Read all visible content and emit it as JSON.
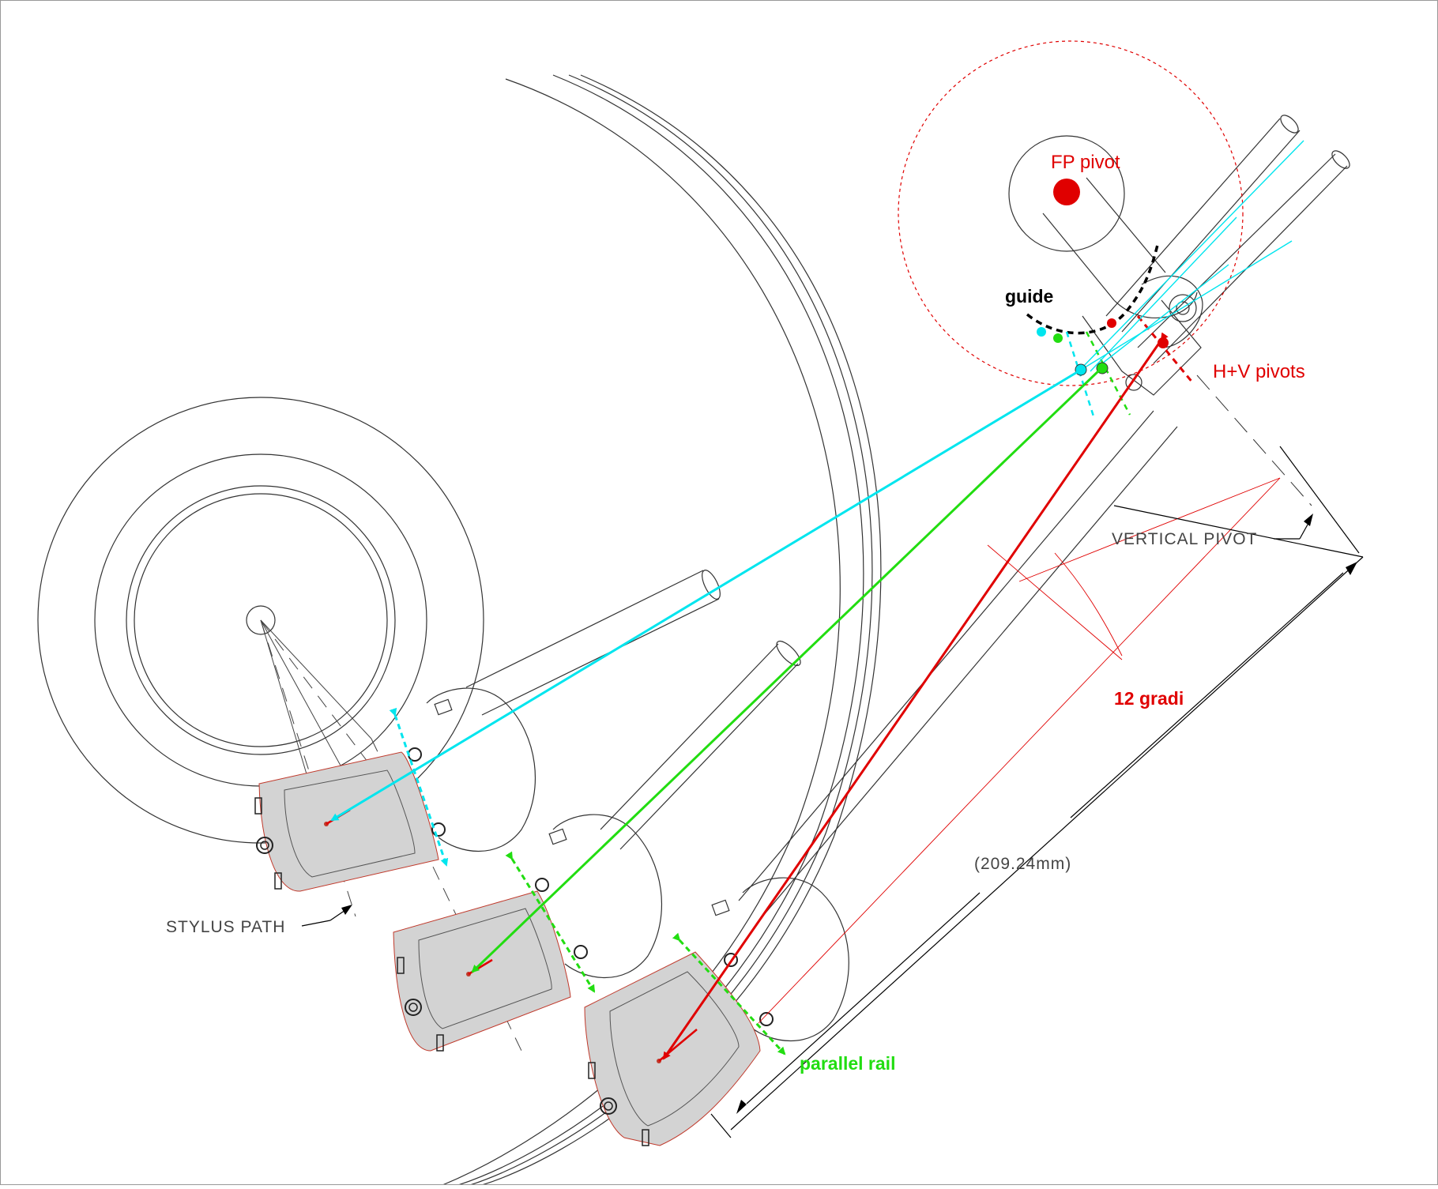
{
  "labels": {
    "fp_pivot": "FP pivot",
    "guide": "guide",
    "hv_pivots": "H+V pivots",
    "vertical_pivot": "VERTICAL  PIVOT",
    "angle": "12 gradi",
    "distance": "(209.24mm)",
    "stylus_path": "STYLUS  PATH",
    "parallel_rail": "parallel rail"
  },
  "colors": {
    "cyan": "#00e5ee",
    "green": "#22dd11",
    "red": "#e00000",
    "black": "#000000",
    "headshell_fill": "#d3d3d3",
    "line": "#555555"
  }
}
